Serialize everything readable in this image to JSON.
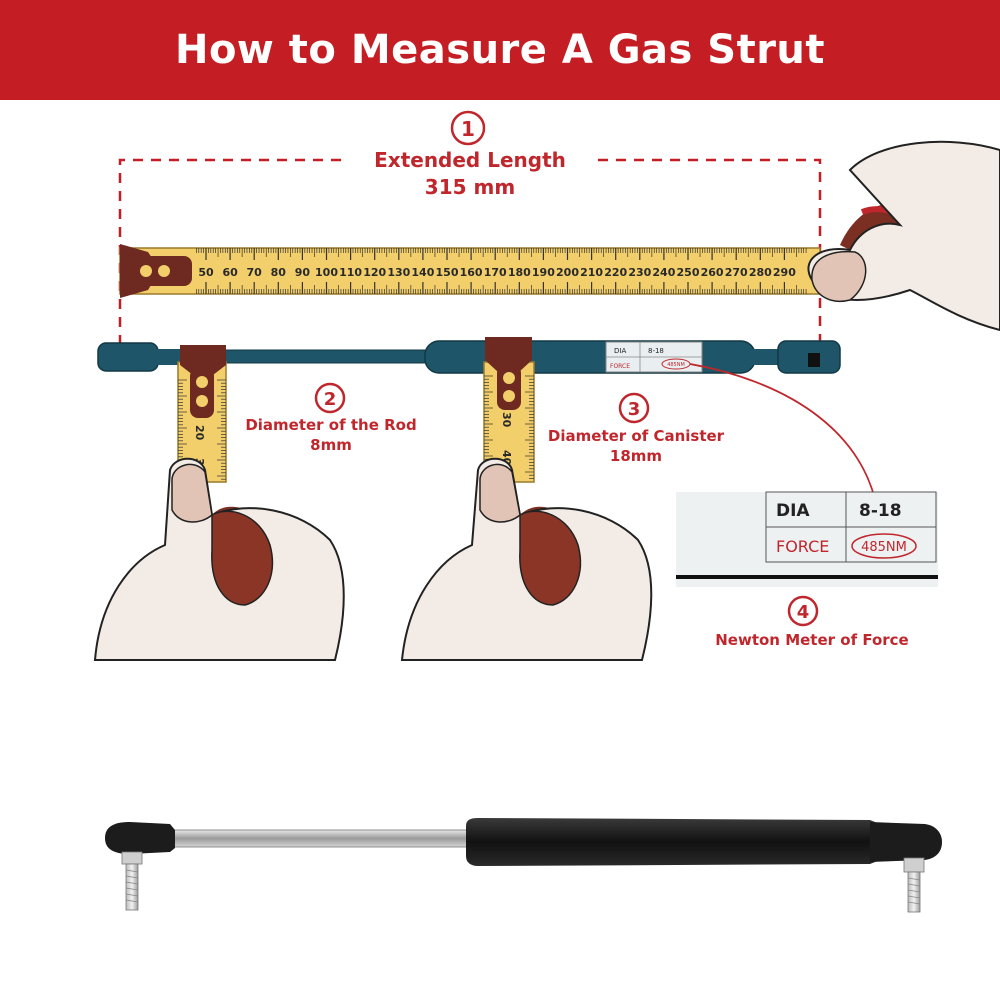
{
  "title": "How to Measure A Gas Strut",
  "colors": {
    "accent": "#c41e24",
    "tape": "#f2cf6b",
    "strut": "#1f5568",
    "label_tag": "#6e2a20"
  },
  "steps": [
    {
      "number": "1",
      "title": "Extended Length",
      "value": "315 mm"
    },
    {
      "number": "2",
      "title": "Diameter of the Rod",
      "value": "8mm"
    },
    {
      "number": "3",
      "title": "Diameter of Canister",
      "value": "18mm"
    },
    {
      "number": "4",
      "title": "Newton Meter of Force",
      "value": ""
    }
  ],
  "tape_ticks": [
    "50",
    "60",
    "70",
    "80",
    "90",
    "100",
    "110",
    "120",
    "130",
    "140",
    "150",
    "160",
    "170",
    "180",
    "190",
    "200",
    "210",
    "220",
    "230",
    "240",
    "250",
    "260",
    "270",
    "280",
    "290"
  ],
  "rod_tape_ticks": [
    "20",
    "3"
  ],
  "canister_tape_ticks": [
    "30",
    "40"
  ],
  "strut_label": {
    "dia_label": "DIA",
    "dia_value": "8-18",
    "force_label": "FORCE",
    "force_value": "485NM"
  },
  "icons": [
    "hand-icon",
    "tape-measure-icon",
    "gas-strut-icon"
  ]
}
